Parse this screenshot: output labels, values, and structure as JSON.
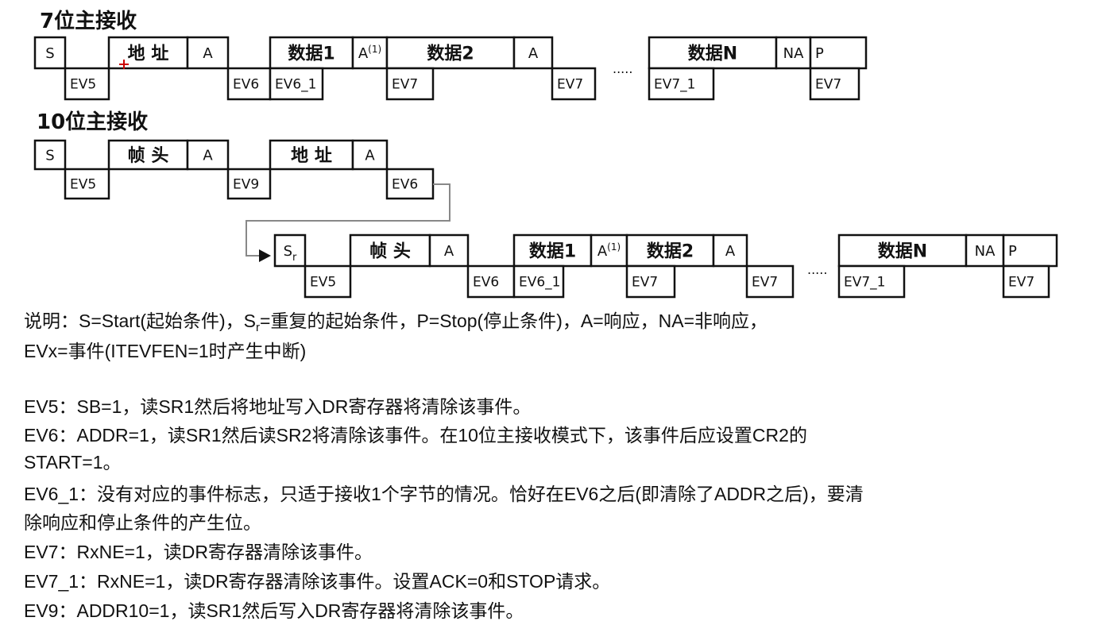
{
  "titles": {
    "seven_bit": "7位主接收",
    "ten_bit": "10位主接收"
  },
  "diagram7": {
    "top_boxes": [
      "S",
      "地 址",
      "A",
      "数据1",
      "A(1)",
      "数据2",
      "A",
      "数据N",
      "NA",
      "P"
    ],
    "events": [
      "EV5",
      "EV6",
      "EV6_1",
      "EV7",
      "EV7",
      "EV7_1",
      "EV7"
    ],
    "ellipsis": "....."
  },
  "diagram10_line1": {
    "top_boxes": [
      "S",
      "帧 头",
      "A",
      "地 址",
      "A"
    ],
    "events": [
      "EV5",
      "EV9",
      "EV6"
    ]
  },
  "diagram10_line2": {
    "top_boxes": [
      "Sr",
      "帧 头",
      "A",
      "数据1",
      "A(1)",
      "数据2",
      "A",
      "数据N",
      "NA",
      "P"
    ],
    "events": [
      "EV5",
      "EV6",
      "EV6_1",
      "EV7",
      "EV7",
      "EV7_1",
      "EV7"
    ],
    "ellipsis": "....."
  },
  "notes": {
    "legend_line1_part1": "说明：S=Start(起始条件)，S",
    "legend_line1_sub": "r",
    "legend_line1_part2": "=重复的起始条件，P=Stop(停止条件)，A=响应，NA=非响应，",
    "legend_line2": "EVx=事件(ITEVFEN=1时产生中断)",
    "ev5": "EV5：SB=1，读SR1然后将地址写入DR寄存器将清除该事件。",
    "ev6_a": "EV6：ADDR=1，读SR1然后读SR2将清除该事件。在10位主接收模式下，该事件后应设置CR2的",
    "ev6_b": "START=1。",
    "ev6_1_a": "EV6_1：没有对应的事件标志，只适于接收1个字节的情况。恰好在EV6之后(即清除了ADDR之后)，要清",
    "ev6_1_b": "除响应和停止条件的产生位。",
    "ev7": "EV7：RxNE=1，读DR寄存器清除该事件。",
    "ev7_1": "EV7_1：RxNE=1，读DR寄存器清除该事件。设置ACK=0和STOP请求。",
    "ev9": "EV9：ADDR10=1，读SR1然后写入DR寄存器将清除该事件。"
  },
  "colors": {
    "ink": "#111111",
    "connector": "#888888",
    "cursor_mark": "#cc0000"
  }
}
